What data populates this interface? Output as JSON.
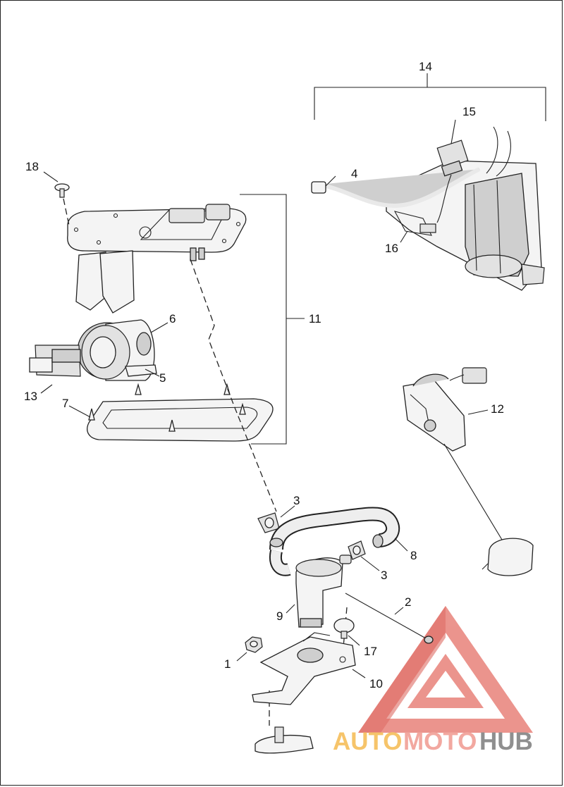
{
  "callouts": [
    "1",
    "2",
    "3",
    "3",
    "4",
    "5",
    "6",
    "7",
    "8",
    "9",
    "10",
    "11",
    "12",
    "13",
    "14",
    "15",
    "16",
    "17",
    "18"
  ],
  "watermark": {
    "part1": "AUTO",
    "part2": "MOTO",
    "part3": "HUB"
  },
  "footer_code": "",
  "colors": {
    "line": "#222222",
    "watermark_red": "#e05a4f",
    "watermark_orange": "#f6c46a",
    "watermark_gray": "#8f8f8f"
  }
}
